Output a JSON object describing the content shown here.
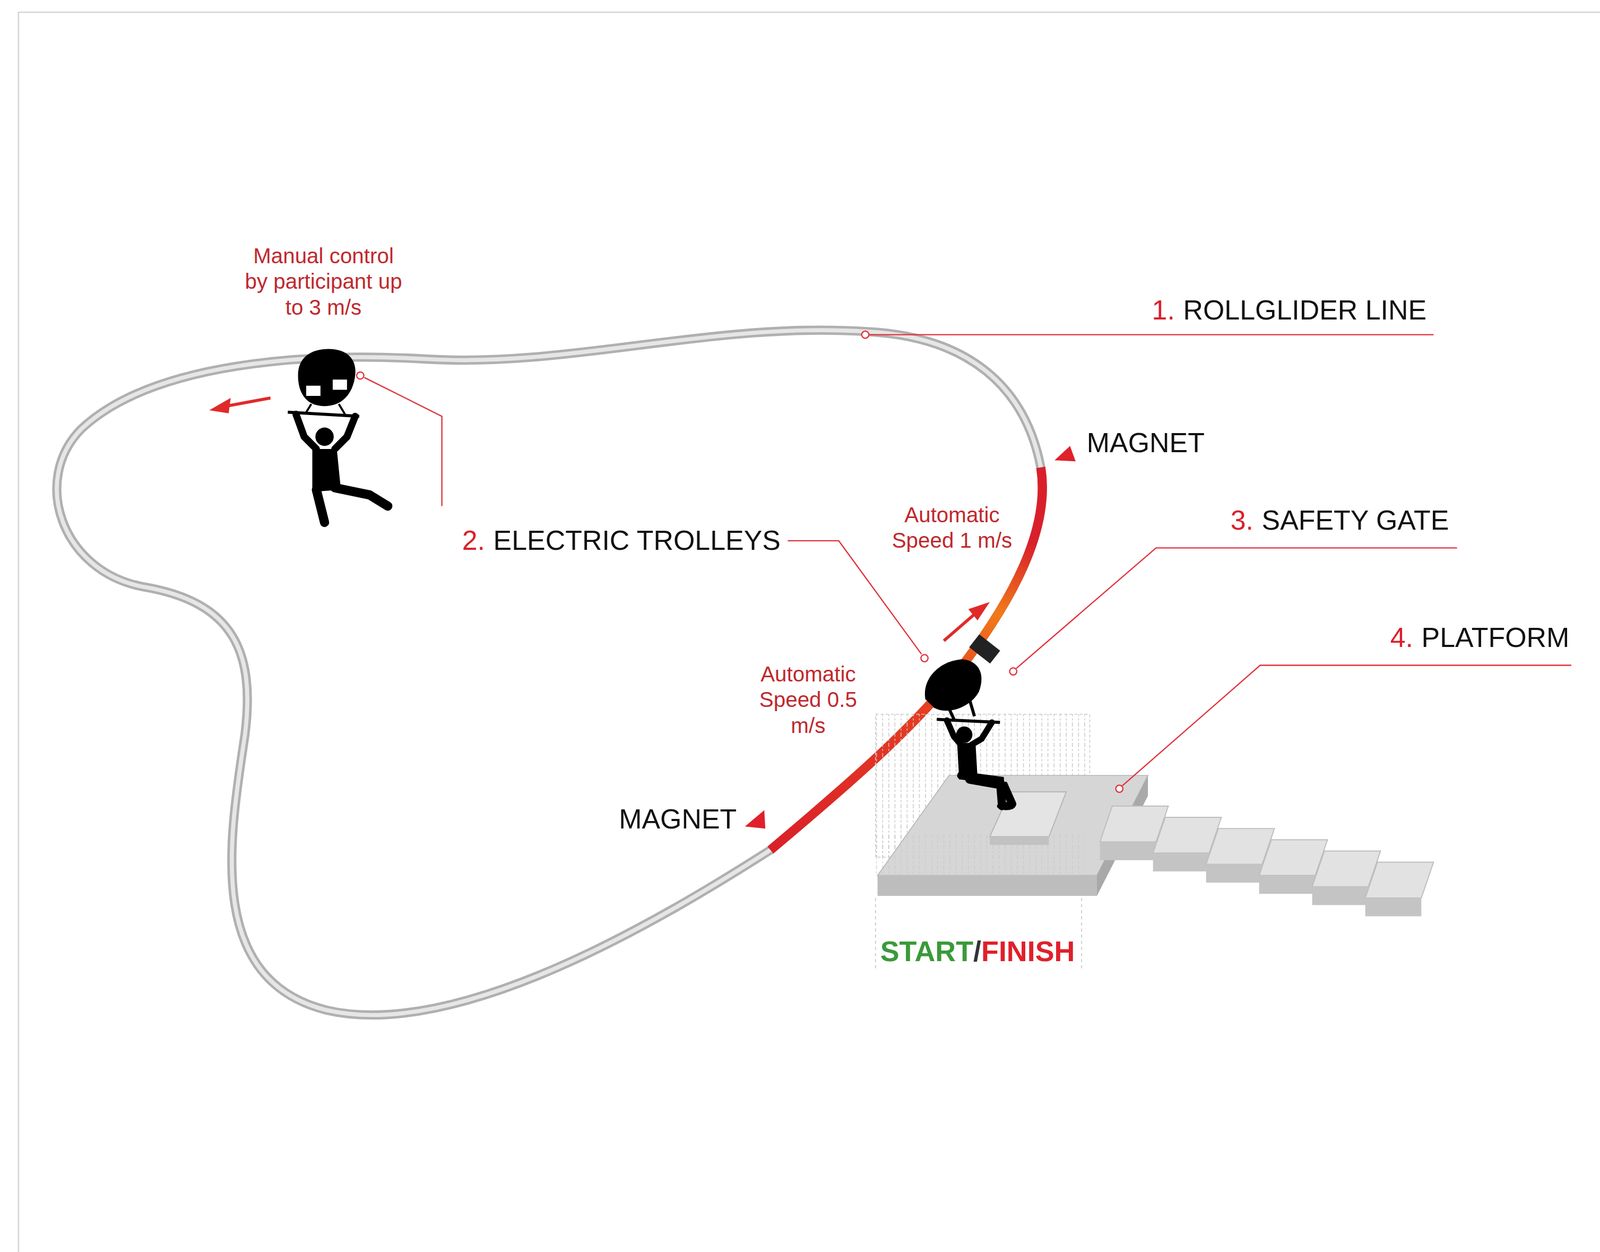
{
  "diagram": {
    "labels": [
      "Manual control by participant up to 3 m/s",
      "1.",
      "ROLLGLIDER LINE",
      "MAGNET",
      "2.",
      "ELECTRIC TROLLEYS",
      "Automatic Speed 1 m/s",
      "3.",
      "SAFETY GATE",
      "4.",
      "PLATFORM",
      "Automatic Speed 0.5 m/s",
      "MAGNET",
      "START",
      "/",
      "FINISH"
    ]
  }
}
